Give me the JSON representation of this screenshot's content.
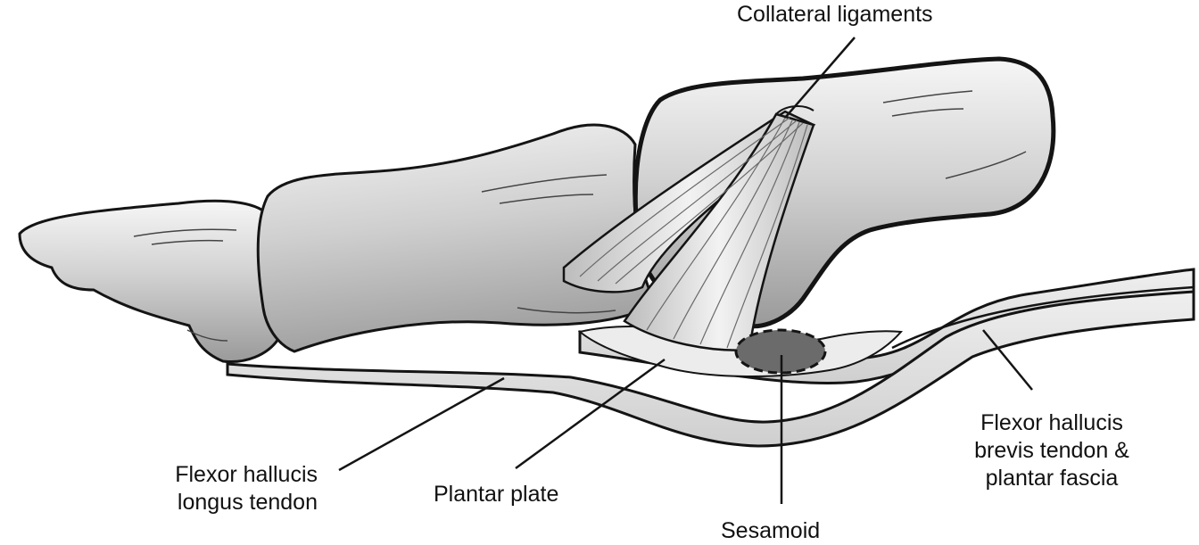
{
  "colors": {
    "outline": "#141414",
    "bone_light": "#f4f4f4",
    "bone_dark": "#9d9d9d",
    "ligament": "#e6e6e6",
    "sesamoid": "#666666",
    "background": "#ffffff"
  },
  "labels": {
    "collateral_ligaments": "Collateral ligaments",
    "flexor_hallucis_longus": [
      "Flexor hallucis",
      "longus tendon"
    ],
    "plantar_plate": "Plantar plate",
    "sesamoid": "Sesamoid",
    "flexor_hallucis_brevis": [
      "Flexor hallucis",
      "brevis tendon &",
      "plantar fascia"
    ]
  }
}
